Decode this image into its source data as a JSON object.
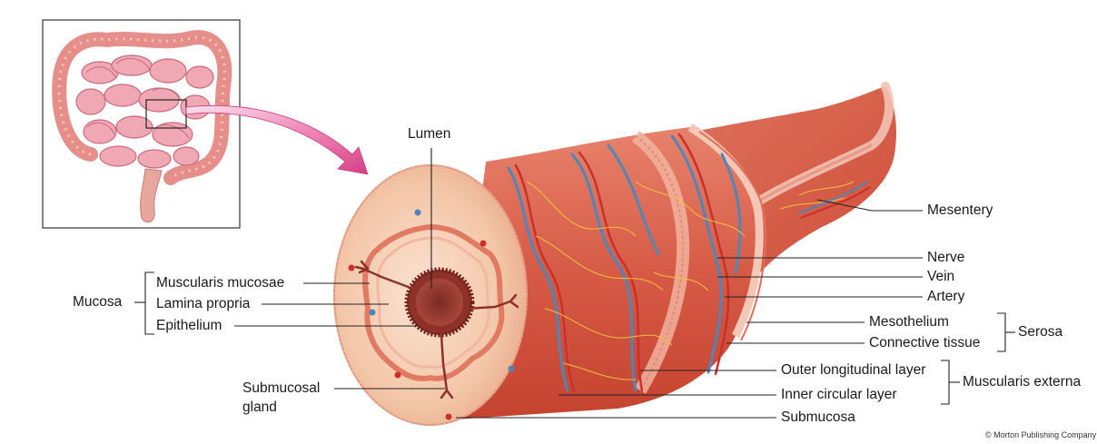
{
  "labels": {
    "lumen": "Lumen",
    "mucosa": "Mucosa",
    "muscularis_mucosae": "Muscularis mucosae",
    "lamina_propria": "Lamina propria",
    "epithelium": "Epithelium",
    "submucosal_gland_line1": "Submucosal",
    "submucosal_gland_line2": "gland",
    "mesentery": "Mesentery",
    "nerve": "Nerve",
    "vein": "Vein",
    "artery": "Artery",
    "mesothelium": "Mesothelium",
    "connective_tissue": "Connective tissue",
    "serosa": "Serosa",
    "outer_longitudinal_layer": "Outer longitudinal layer",
    "inner_circular_layer": "Inner circular layer",
    "muscularis_externa": "Muscularis externa",
    "submucosa": "Submucosa"
  },
  "credit": "© Morton Publishing Company",
  "colors": {
    "tissue_outer": "#d9534f",
    "tissue_light": "#f3c9b0",
    "muscle": "#d45a45",
    "vein": "#4f86b8",
    "artery": "#c9302c",
    "nerve": "#f0c23a",
    "arrow": "#e8559a",
    "leader": "#222222"
  }
}
